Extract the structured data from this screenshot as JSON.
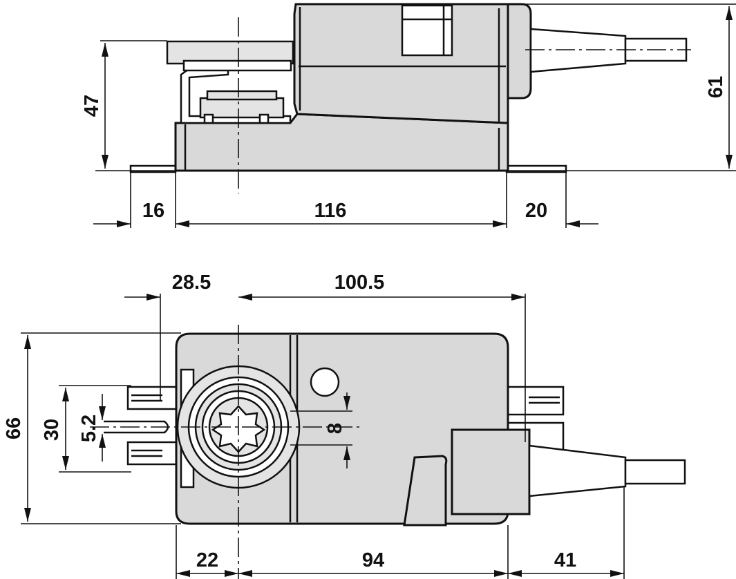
{
  "side_view": {
    "dim_height_left": "47",
    "dim_height_right": "61",
    "dim_bottom_left": "16",
    "dim_bottom_middle": "116",
    "dim_bottom_right": "20"
  },
  "top_view": {
    "dim_top_left": "28.5",
    "dim_top_right": "100.5",
    "dim_left_outer": "66",
    "dim_left_middle": "30",
    "dim_left_inner": "5.2",
    "dim_shaft": "8",
    "dim_bottom_left": "22",
    "dim_bottom_middle": "94",
    "dim_bottom_right": "41"
  }
}
